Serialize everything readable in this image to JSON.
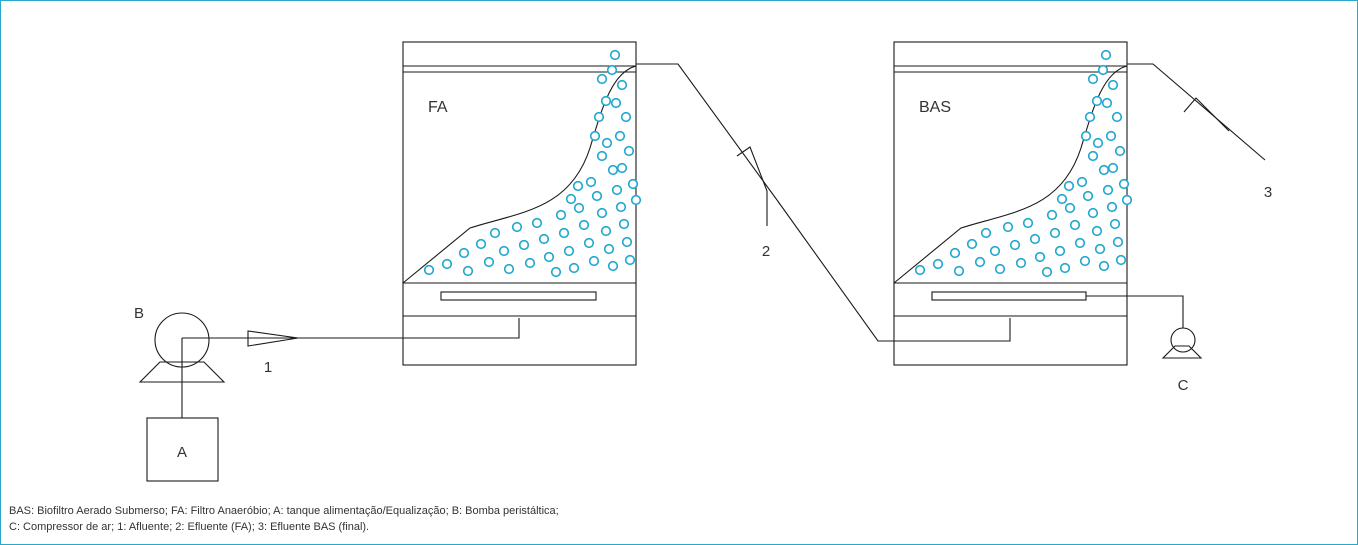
{
  "colors": {
    "frame": "#29a9c9",
    "bubbles": "#1ea7cf",
    "lines": "#1a1a1a",
    "text": "#333333"
  },
  "labels": {
    "filter_1": "FA",
    "filter_2": "BAS",
    "pump": "B",
    "tank": "A",
    "compressor": "C",
    "stream_1": "1",
    "stream_2": "2",
    "stream_3": "3"
  },
  "caption": {
    "line1": "BAS: Biofiltro Aerado Submerso; FA: Filtro Anaeróbio; A: tanque alimentação/Equalização; B: Bomba peristáltica;",
    "line2": "C: Compressor de ar; 1: Afluente; 2: Efluente (FA); 3: Efluente BAS (final)."
  }
}
